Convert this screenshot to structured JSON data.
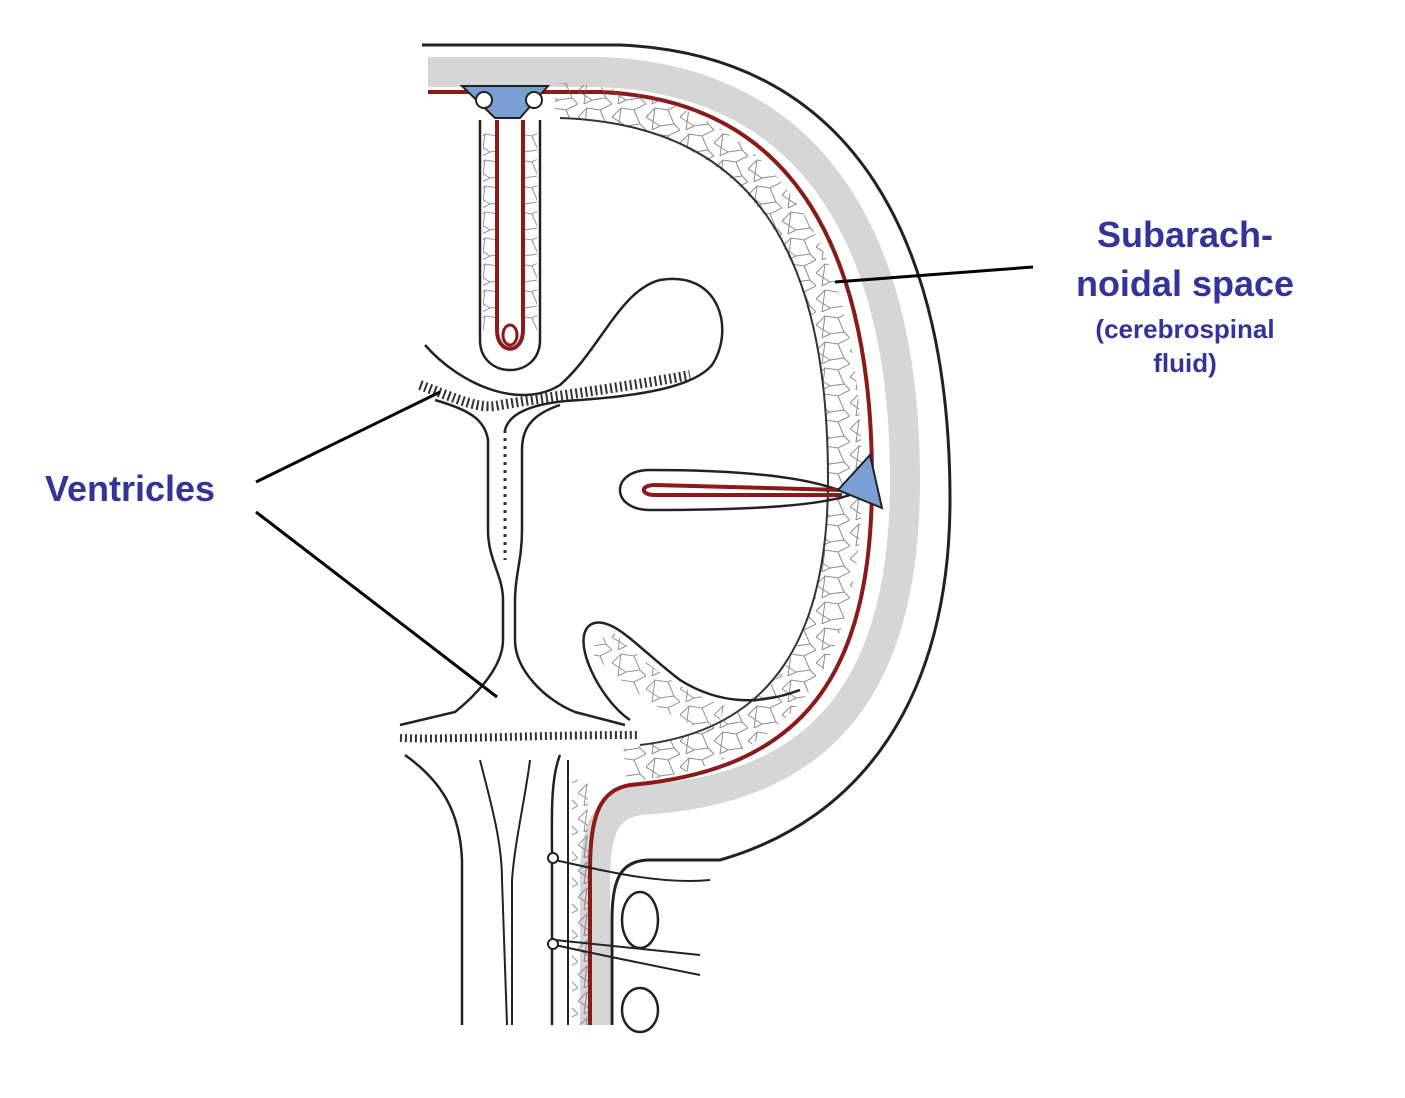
{
  "colors": {
    "label": "#333399",
    "line": "#000000",
    "pia": "#8B1A1A",
    "csf_space": "#d6d6d6",
    "sinus": "#7a9fd4",
    "outline": "#222222"
  },
  "labels": {
    "subarachnoid_line1": "Subarach-",
    "subarachnoid_line2": "noidal space",
    "subarachnoid_note_line1": "(cerebrospinal",
    "subarachnoid_note_line2": "fluid)",
    "ventricles": "Ventricles"
  }
}
